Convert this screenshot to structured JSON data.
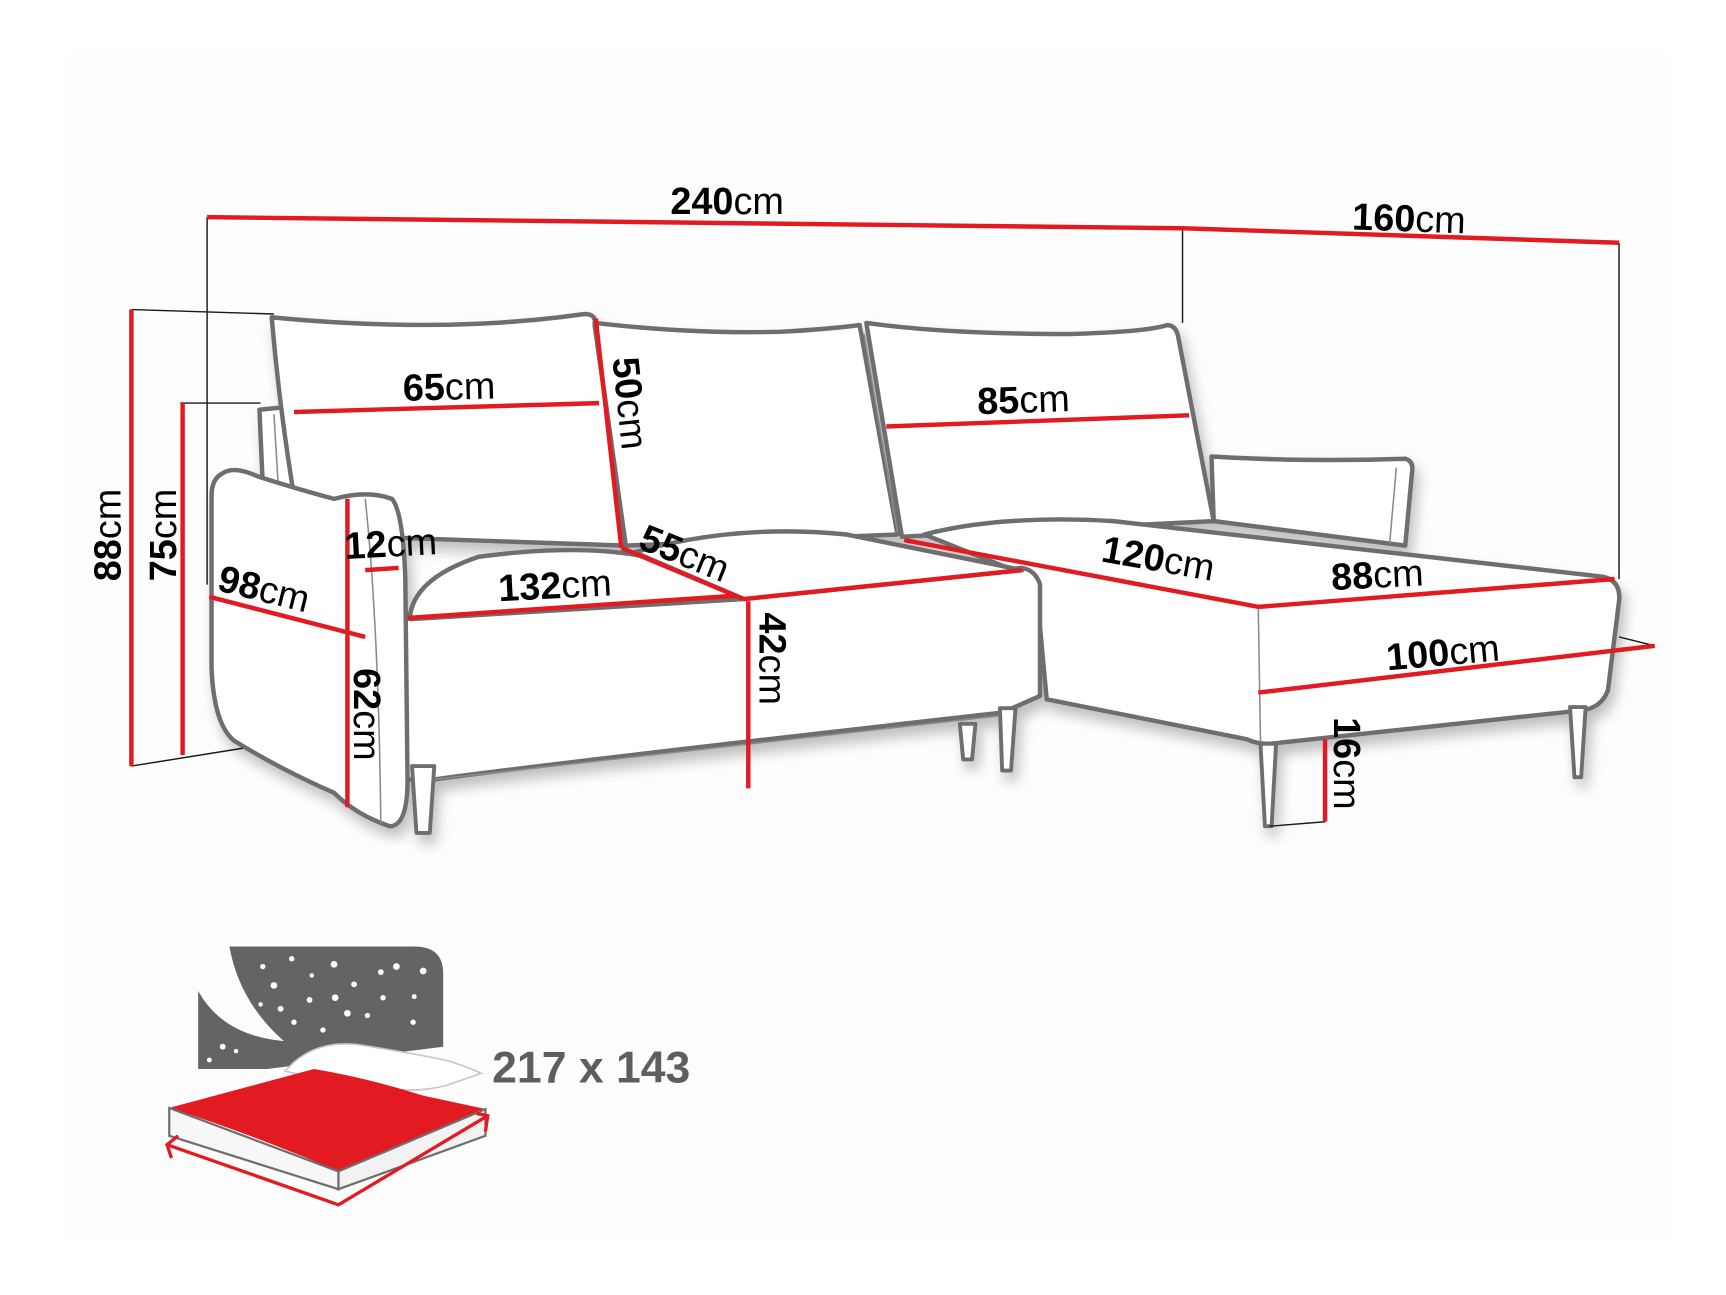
{
  "diagram": {
    "subject": "Corner sofa with chaise (dimension drawing)",
    "unit": "cm",
    "accent_color": "#e21b22",
    "outline_color": "#6e6e6e"
  },
  "dimensions": {
    "total_width": {
      "value": "240",
      "unit": "cm"
    },
    "chaise_depth": {
      "value": "160",
      "unit": "cm"
    },
    "total_height": {
      "value": "88",
      "unit": "cm"
    },
    "armrest_height": {
      "value": "75",
      "unit": "cm"
    },
    "back_cushion_left": {
      "value": "65",
      "unit": "cm"
    },
    "back_cushion_height": {
      "value": "50",
      "unit": "cm"
    },
    "back_cushion_right": {
      "value": "85",
      "unit": "cm"
    },
    "armrest_width": {
      "value": "12",
      "unit": "cm"
    },
    "sofa_depth": {
      "value": "98",
      "unit": "cm"
    },
    "seat_width": {
      "value": "132",
      "unit": "cm"
    },
    "seat_depth": {
      "value": "55",
      "unit": "cm"
    },
    "seat_height": {
      "value": "42",
      "unit": "cm"
    },
    "arm_side_height": {
      "value": "62",
      "unit": "cm"
    },
    "chaise_length": {
      "value": "120",
      "unit": "cm"
    },
    "chaise_seat_width": {
      "value": "88",
      "unit": "cm"
    },
    "chaise_width": {
      "value": "100",
      "unit": "cm"
    },
    "leg_height": {
      "value": "16",
      "unit": "cm"
    }
  },
  "sleeping_area": {
    "icon": "bed-with-night-sky-icon",
    "label": "217 x 143"
  }
}
